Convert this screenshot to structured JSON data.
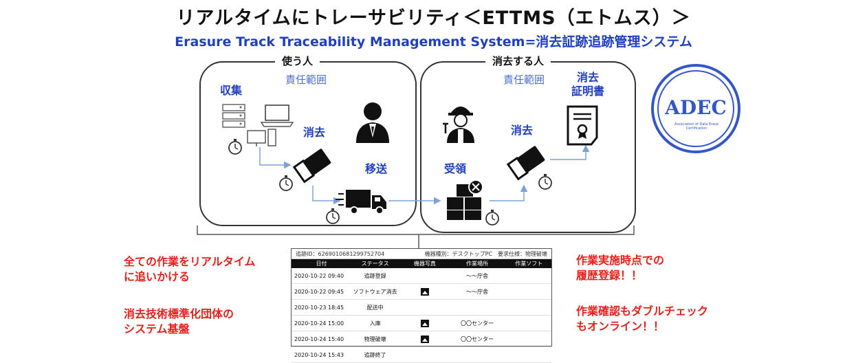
{
  "title": "リアルタイムにトレーサビリティ＜ETTMS（エトムス）＞",
  "subtitle": "Erasure Track Traceability Management System=消去証跡追跡管理システム",
  "left_panel": {
    "label": "使う人",
    "responsibility": "責任範囲",
    "collect": "収集",
    "erase": "消去",
    "transport": "移送"
  },
  "right_panel": {
    "label": "消去する人",
    "responsibility": "責任範囲",
    "receive": "受領",
    "erase": "消去",
    "certificate_line1": "消去",
    "certificate_line2": "証明書"
  },
  "adec": {
    "name": "ADEC",
    "tagline": "Association of Data Erase Certification"
  },
  "left_notes": {
    "note1_line1": "全ての作業をリアルタイム",
    "note1_line2": "に追いかける",
    "note2_line1": "消去技術標準化団体の",
    "note2_line2": "システム基盤"
  },
  "right_notes": {
    "note1_line1": "作業実施時点での",
    "note1_line2": "履歴登録！！",
    "note2_line1": "作業確認もダブルチェック",
    "note2_line1b": "もオンライン！！"
  },
  "table": {
    "header_left": "追跡ID：626901068129975270​4",
    "header_right": "機器種別：デスクトップPC　要求仕様：物理破壊",
    "columns": [
      "日付",
      "ステータス",
      "機器写真",
      "作業場所",
      "作業ソフト"
    ],
    "rows": [
      {
        "date": "2020-10-22 09:40",
        "status": "追跡登録",
        "photo": false,
        "place": "〜〜庁舎",
        "soft": ""
      },
      {
        "date": "2020-10-22 09:45",
        "status": "ソフトウェア消去",
        "photo": true,
        "place": "〜〜庁舎",
        "soft": ""
      },
      {
        "date": "2020-10-23 18:45",
        "status": "配送中",
        "photo": false,
        "place": "",
        "soft": ""
      },
      {
        "date": "2020-10-24 15:00",
        "status": "入庫",
        "photo": true,
        "place": "〇〇センター",
        "soft": ""
      },
      {
        "date": "2020-10-24 15:40",
        "status": "物理破壊",
        "photo": true,
        "place": "〇〇センター",
        "soft": ""
      },
      {
        "date": "2020-10-24 15:43",
        "status": "追跡終了",
        "photo": false,
        "place": "",
        "soft": ""
      }
    ]
  },
  "colors": {
    "blue": "#1f3fbf",
    "red": "#e8201c",
    "adec_blue": "#3456c8",
    "arrow": "#7aa2d8"
  },
  "icons": [
    "server-icon",
    "laptop-icon",
    "desktop-icon",
    "stopwatch-icon",
    "eraser-icon",
    "person-suit-icon",
    "truck-icon",
    "worker-icon",
    "boxes-icon",
    "certificate-icon"
  ]
}
